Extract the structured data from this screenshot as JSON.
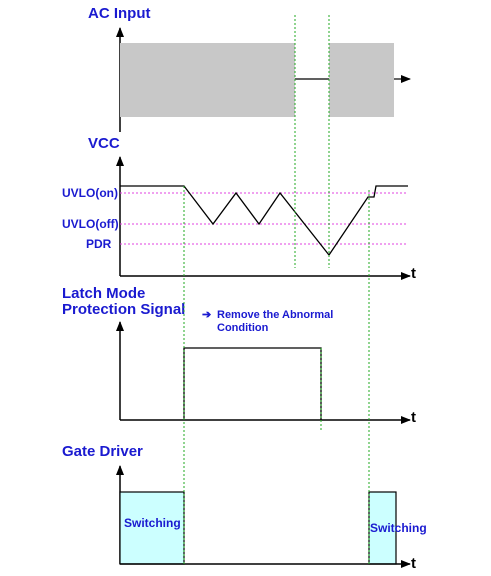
{
  "titles": {
    "ac": "AC Input",
    "vcc": "VCC",
    "latch_line1": "Latch Mode",
    "latch_line2": "Protection Signal",
    "gate": "Gate Driver"
  },
  "levels": {
    "uvlo_on": "UVLO(on)",
    "uvlo_off": "UVLO(off)",
    "pdr": "PDR"
  },
  "axis_time_label": "t",
  "note": {
    "arrow": "➔",
    "line1": "Remove the Abnormal",
    "line2": "Condition"
  },
  "switching_label": "Switching",
  "colors": {
    "ac_fill": "#c8c8c8",
    "switch_fill": "#ccffff",
    "level_line": "#e040e0",
    "marker_line": "#22aa22",
    "label": "#1a1ad0"
  }
}
